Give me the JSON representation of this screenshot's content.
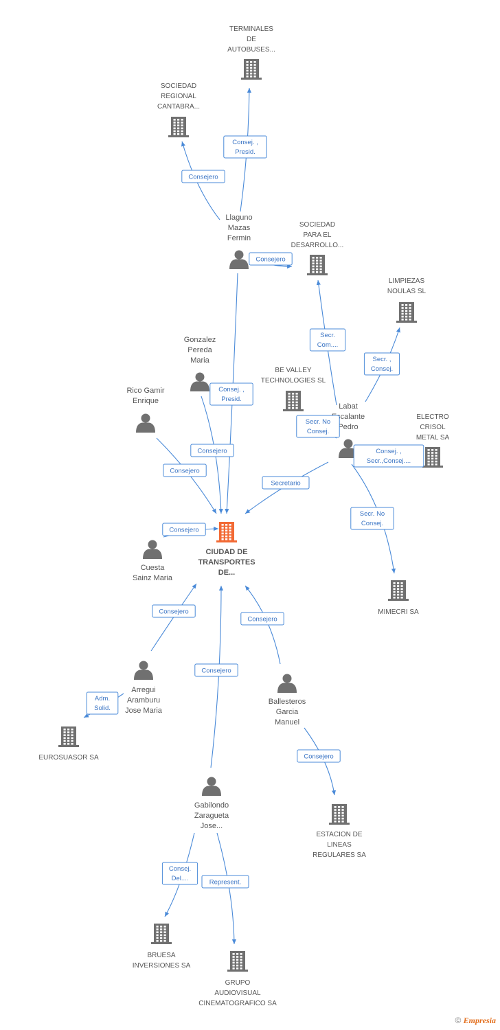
{
  "colors": {
    "edge": "#4a8ad8",
    "node": "#707070",
    "main_node": "#f26a35",
    "text": "#555555"
  },
  "nodes": [
    {
      "id": "main",
      "type": "company",
      "main": true,
      "label": [
        "CIUDAD DE",
        "TRANSPORTES",
        "DE..."
      ]
    },
    {
      "id": "terminales",
      "type": "company",
      "label": [
        "TERMINALES",
        "DE",
        "AUTOBUSES..."
      ]
    },
    {
      "id": "sociedad_regional",
      "type": "company",
      "label": [
        "SOCIEDAD",
        "REGIONAL",
        "CANTABRA..."
      ]
    },
    {
      "id": "llaguno",
      "type": "person",
      "label": [
        "Llaguno",
        "Mazas",
        "Fermin"
      ]
    },
    {
      "id": "sociedad_desarrollo",
      "type": "company",
      "label": [
        "SOCIEDAD",
        "PARA EL",
        "DESARROLLO..."
      ]
    },
    {
      "id": "limpiezas",
      "type": "company",
      "label": [
        "LIMPIEZAS",
        "NOULAS SL"
      ]
    },
    {
      "id": "gonzalez",
      "type": "person",
      "label": [
        "Gonzalez",
        "Pereda",
        "Maria"
      ]
    },
    {
      "id": "bevalley",
      "type": "company",
      "label": [
        "BE VALLEY",
        "TECHNOLOGIES SL"
      ]
    },
    {
      "id": "rico",
      "type": "person",
      "label": [
        "Rico Gamir",
        "Enrique"
      ]
    },
    {
      "id": "labat",
      "type": "person",
      "label": [
        "Labat",
        "Escalante",
        "Pedro"
      ]
    },
    {
      "id": "electro",
      "type": "company",
      "label": [
        "ELECTRO",
        "CRISOL",
        "METAL SA"
      ]
    },
    {
      "id": "cuesta",
      "type": "person",
      "label": [
        "Cuesta",
        "Sainz Maria"
      ]
    },
    {
      "id": "mimecri",
      "type": "company",
      "label": [
        "MIMECRI SA"
      ]
    },
    {
      "id": "arregui",
      "type": "person",
      "label": [
        "Arregui",
        "Aramburu",
        "Jose Maria"
      ]
    },
    {
      "id": "eurosuasor",
      "type": "company",
      "label": [
        "EUROSUASOR SA"
      ]
    },
    {
      "id": "ballesteros",
      "type": "person",
      "label": [
        "Ballesteros",
        "Garcia",
        "Manuel"
      ]
    },
    {
      "id": "estacion",
      "type": "company",
      "label": [
        "ESTACION DE",
        "LINEAS",
        "REGULARES SA"
      ]
    },
    {
      "id": "gabilondo",
      "type": "person",
      "label": [
        "Gabilondo",
        "Zaragueta",
        "Jose..."
      ]
    },
    {
      "id": "bruesa",
      "type": "company",
      "label": [
        "BRUESA",
        "INVERSIONES SA"
      ]
    },
    {
      "id": "grupo",
      "type": "company",
      "label": [
        "GRUPO",
        "AUDIOVISUAL",
        "CINEMATOGRAFICO SA"
      ]
    }
  ],
  "edges": [
    {
      "from": "llaguno",
      "to": "terminales",
      "label": [
        "Consej. ,",
        "Presid."
      ]
    },
    {
      "from": "llaguno",
      "to": "sociedad_regional",
      "label": [
        "Consejero"
      ]
    },
    {
      "from": "llaguno",
      "to": "sociedad_desarrollo",
      "label": [
        "Consejero"
      ]
    },
    {
      "from": "llaguno",
      "to": "main",
      "label": [
        "Consej. ,",
        "Presid."
      ]
    },
    {
      "from": "gonzalez",
      "to": "main",
      "label": [
        "Consejero"
      ]
    },
    {
      "from": "rico",
      "to": "main",
      "label": [
        "Consejero"
      ]
    },
    {
      "from": "labat",
      "to": "sociedad_desarrollo",
      "label": [
        "Secr.",
        "Com...."
      ]
    },
    {
      "from": "labat",
      "to": "limpiezas",
      "label": [
        "Secr. ,",
        "Consej."
      ]
    },
    {
      "from": "labat",
      "to": "bevalley",
      "label": [
        "Secr.  No",
        "Consej."
      ]
    },
    {
      "from": "labat",
      "to": "electro",
      "label": [
        "Consej. ,",
        "Secr.,Consej...."
      ]
    },
    {
      "from": "labat",
      "to": "main",
      "label": [
        "Secretario"
      ]
    },
    {
      "from": "labat",
      "to": "mimecri",
      "label": [
        "Secr.  No",
        "Consej."
      ]
    },
    {
      "from": "cuesta",
      "to": "main",
      "label": [
        "Consejero"
      ]
    },
    {
      "from": "arregui",
      "to": "main",
      "label": [
        "Consejero"
      ]
    },
    {
      "from": "arregui",
      "to": "eurosuasor",
      "label": [
        "Adm.",
        "Solid."
      ]
    },
    {
      "from": "gabilondo",
      "to": "main",
      "label": [
        "Consejero"
      ]
    },
    {
      "from": "ballesteros",
      "to": "main",
      "label": [
        "Consejero"
      ]
    },
    {
      "from": "ballesteros",
      "to": "estacion",
      "label": [
        "Consejero"
      ]
    },
    {
      "from": "gabilondo",
      "to": "bruesa",
      "label": [
        "Consej.",
        "Del...."
      ]
    },
    {
      "from": "gabilondo",
      "to": "grupo",
      "label": [
        "Represent."
      ]
    }
  ],
  "footer": {
    "copyright": "©",
    "brand": "Empresia"
  }
}
